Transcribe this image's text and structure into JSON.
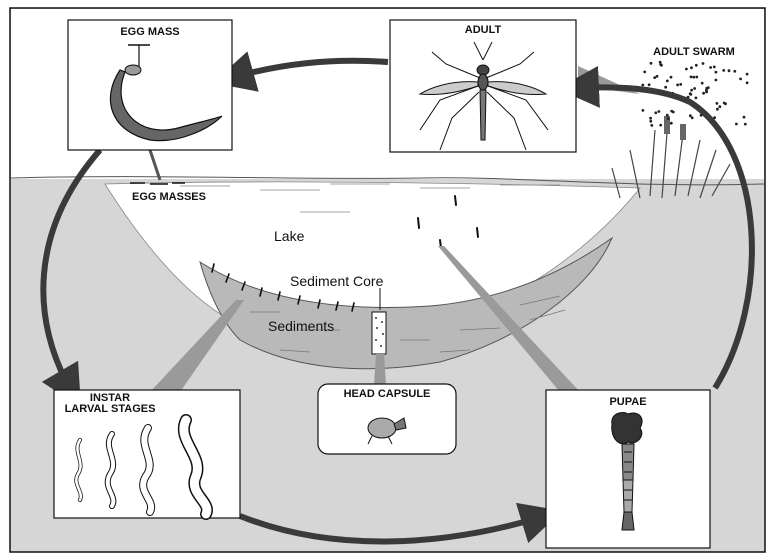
{
  "labels": {
    "egg_mass": "EGG MASS",
    "adult": "ADULT",
    "adult_swarm": "ADULT SWARM",
    "egg_masses": "EGG MASSES",
    "lake": "Lake",
    "sediment_core": "Sediment Core",
    "sediments": "Sediments",
    "instar_line1": "INSTAR",
    "instar_line2": "LARVAL STAGES",
    "head_capsule": "HEAD CAPSULE",
    "pupae": "PUPAE"
  },
  "colors": {
    "background": "#ffffff",
    "frame_fill": "#d6d6d6",
    "water": "#ffffff",
    "sediment": "#b9b9b9",
    "arrow": "#3a3a3a",
    "line": "#111111"
  },
  "icons": [
    "mosquito-icon",
    "egg-mass-icon",
    "larva-icon",
    "head-capsule-icon",
    "pupa-icon",
    "cattail-icon"
  ]
}
